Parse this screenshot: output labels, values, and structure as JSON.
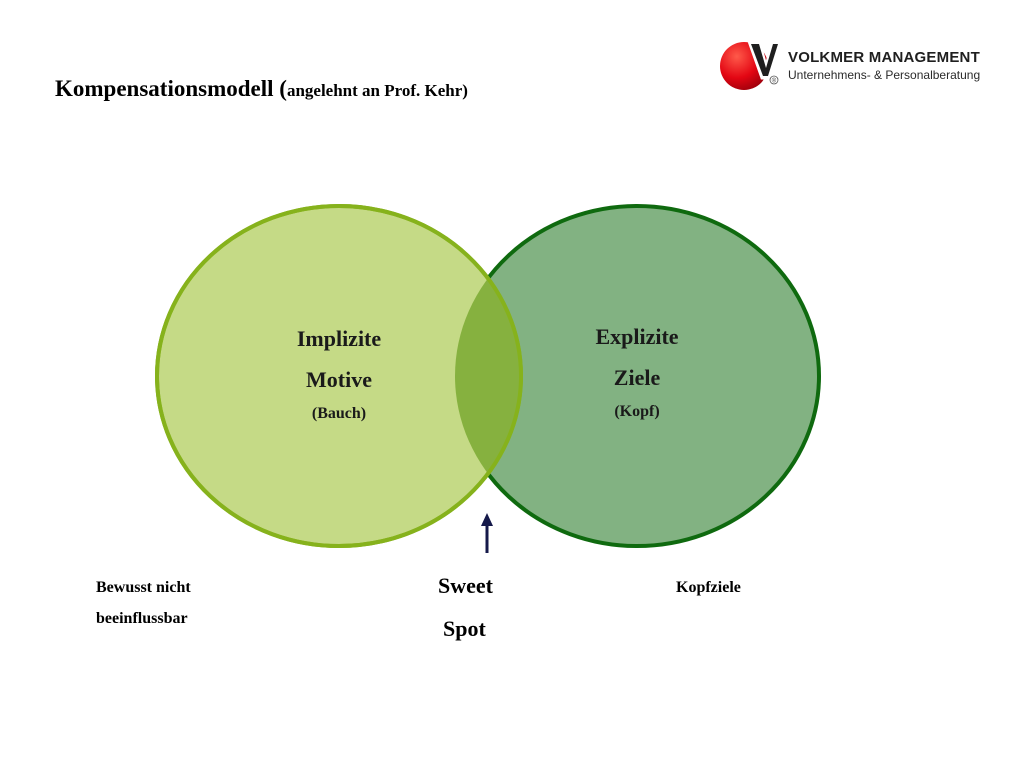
{
  "title": {
    "main": "Kompensationsmodell (",
    "sub": "angelehnt an Prof. Kehr)"
  },
  "logo": {
    "mark_letter": "V",
    "name": "VOLKMER MANAGEMENT",
    "tagline": "Unternehmens- & Personalberatung",
    "colors": {
      "red": "#e30613",
      "dark": "#1f1f1f"
    }
  },
  "diagram": {
    "left_circle": {
      "line1": "Implizite",
      "line2": "Motive",
      "note": "(Bauch)",
      "fill": "#c5da86",
      "stroke": "#86b21c"
    },
    "right_circle": {
      "line1": "Explizite",
      "line2": "Ziele",
      "note": "(Kopf)",
      "fill": "#82b282",
      "stroke": "#0f6a0f"
    },
    "overlap_fill": "#86b13f",
    "arrow_color": "#15194a"
  },
  "captions": {
    "left_line1": "Bewusst nicht",
    "left_line2": "beeinflussbar",
    "center_line1": "Sweet",
    "center_line2": "Spot",
    "right": "Kopfziele"
  }
}
